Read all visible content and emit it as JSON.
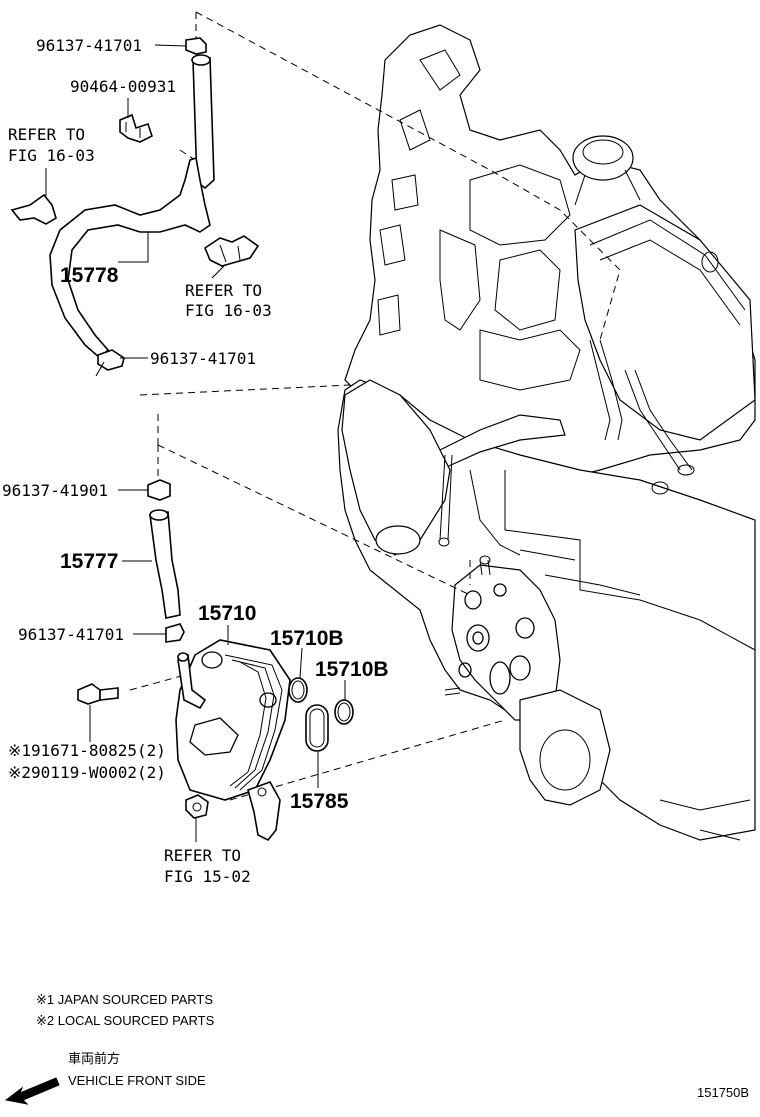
{
  "labels": {
    "p_96137_41701_top": "96137-41701",
    "p_90464_00931": "90464-00931",
    "refer_fig_16_03_left_1": "REFER TO",
    "refer_fig_16_03_left_2": "FIG 16-03",
    "p_15778": "15778",
    "refer_fig_16_03_mid_1": "REFER TO",
    "refer_fig_16_03_mid_2": "FIG 16-03",
    "p_96137_41701_mid": "96137-41701",
    "p_96137_41901": "96137-41901",
    "p_15777": "15777",
    "p_15710": "15710",
    "p_96137_41701_low": "96137-41701",
    "p_15710b_a": "15710B",
    "p_15710b_b": "15710B",
    "p_91671_80825": "※191671-80825(2)",
    "p_90119_w0002": "※290119-W0002(2)",
    "p_15785": "15785",
    "refer_fig_15_02_1": "REFER TO",
    "refer_fig_15_02_2": "FIG 15-02"
  },
  "footnotes": {
    "note1": "※1 JAPAN SOURCED PARTS",
    "note2": "※2 LOCAL SOURCED PARTS"
  },
  "direction": {
    "japanese": "車両前方",
    "english": "VEHICLE FRONT SIDE"
  },
  "figure_id": "151750B"
}
